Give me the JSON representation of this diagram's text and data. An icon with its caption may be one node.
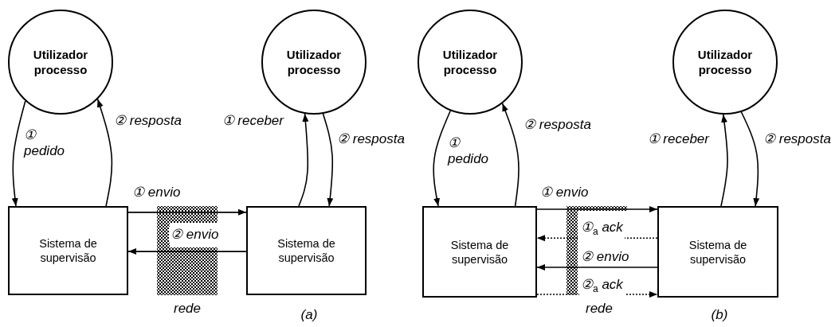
{
  "diagram": {
    "nodes": [
      {
        "text": [
          "Utilizador processo"
        ]
      },
      {
        "text": [
          "Utilizador processo"
        ]
      },
      {
        "text": [
          "Sistema de supervisão"
        ]
      },
      {
        "text": [
          "Sistema de supervisão"
        ]
      },
      {
        "text": [
          "Utilizador processo"
        ]
      },
      {
        "text": [
          "Utilizador processo"
        ]
      },
      {
        "text": [
          "Sistema de supervisão"
        ]
      },
      {
        "text": [
          "Sistema de supervisão"
        ]
      }
    ],
    "edges": [
      {
        "from": 0,
        "to": 2,
        "arrow": "to",
        "label": "① pedido"
      },
      {
        "from": 2,
        "to": 0,
        "arrow": "to",
        "label": "② resposta"
      },
      {
        "from": 3,
        "to": 1,
        "arrow": "to",
        "label": "① receber"
      },
      {
        "from": 1,
        "to": 3,
        "arrow": "to",
        "label": "② resposta"
      },
      {
        "from": 2,
        "to": 3,
        "arrow": "to",
        "label": "① envio"
      },
      {
        "from": 3,
        "to": 2,
        "arrow": "to",
        "label": "② envio"
      },
      {
        "from": 4,
        "to": 6,
        "arrow": "to",
        "label": "① pedido"
      },
      {
        "from": 6,
        "to": 4,
        "arrow": "to",
        "label": "② resposta"
      },
      {
        "from": 7,
        "to": 5,
        "arrow": "to",
        "label": "① receber"
      },
      {
        "from": 5,
        "to": 7,
        "arrow": "to",
        "label": "② resposta"
      },
      {
        "from": 6,
        "to": 7,
        "arrow": "to",
        "label": "① envio"
      },
      {
        "from": 7,
        "to": 6,
        "arrow": "to",
        "label": "①$_{a}$ ack",
        "style": "dashed"
      },
      {
        "from": 7,
        "to": 6,
        "arrow": "to",
        "label": "② envio"
      },
      {
        "from": 6,
        "to": 7,
        "arrow": "to",
        "label": "②$_{a}$ ack",
        "style": "dashed"
      }
    ],
    "labels": [
      "rede",
      "(a)",
      "rede",
      "(b)"
    ]
  }
}
